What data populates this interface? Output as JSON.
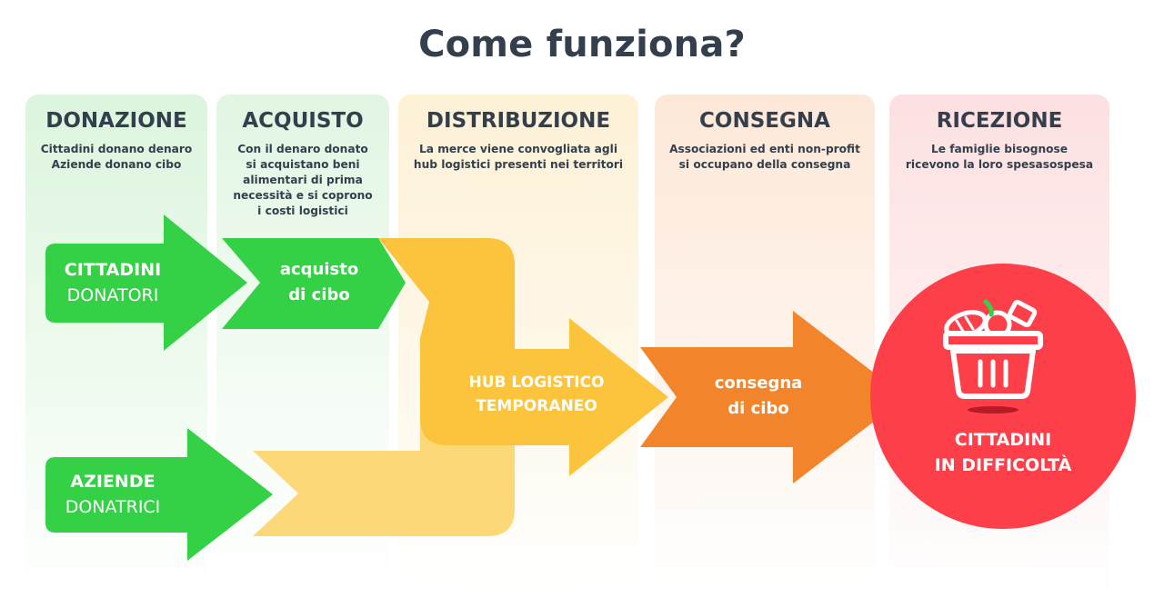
{
  "title": "Come funziona?",
  "columns": [
    {
      "heading": "DONAZIONE",
      "desc": "Cittadini donano denaro\nAziende donano cibo"
    },
    {
      "heading": "ACQUISTO",
      "desc": "Con il denaro donato\nsi acquistano beni\nalimentari di prima\nnecessità e si coprono\ni costi logistici"
    },
    {
      "heading": "DISTRIBUZIONE",
      "desc": "La merce viene convogliata agli\nhub logistici presenti nei territori"
    },
    {
      "heading": "CONSEGNA",
      "desc": "Associazioni ed enti non-profit\nsi occupano della consegna"
    },
    {
      "heading": "RICEZIONE",
      "desc": "Le famiglie bisognose\nricevono la loro spesasospesa"
    }
  ],
  "nodes": {
    "citizens_bold": "CITTADINI",
    "citizens_thin": "DONATORI",
    "companies_bold": "AZIENDE",
    "companies_thin": "DONATRICI",
    "purchase_l1": "acquisto",
    "purchase_l2": "di cibo",
    "hub_l1": "HUB LOGISTICO",
    "hub_l2": "TEMPORANEO",
    "delivery_l1": "consegna",
    "delivery_l2": "di cibo",
    "recipients_l1": "CITTADINI",
    "recipients_l2": "IN DIFFICOLTÀ"
  },
  "colors": {
    "green": "#34d046",
    "yellow": "#fcc43d",
    "yellow_light": "#fdd878",
    "orange": "#f2852c",
    "red": "#fd3f4a",
    "text": "#333f4d"
  },
  "icons": {
    "basket": "shopping-basket-icon"
  }
}
